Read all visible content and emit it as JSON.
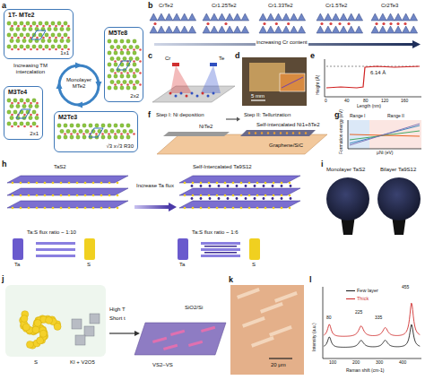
{
  "diagram": {
    "nodes": [
      {
        "text": [
          "1T- MTe2",
          "1x1"
        ]
      },
      {
        "text": [
          "M5Te8",
          "2x2"
        ]
      },
      {
        "text": [
          "M3Te4",
          "2x1"
        ]
      },
      {
        "text": [
          "M2Te3",
          "√3 x√3 R30"
        ]
      }
    ],
    "labels": [
      "a",
      "Increasing TM intercalation",
      "Monolayer MTe2",
      "b",
      "CrTe2",
      "Cr1.25Te2",
      "Cr1.33Te2",
      "Cr1.5Te2",
      "Cr2Te3",
      "increasing Cr content",
      "c",
      "Cr",
      "Te",
      "d",
      "5 mm",
      "e",
      "6.14 Å",
      "Height (Å)",
      "0",
      "40",
      "80",
      "120",
      "160",
      "Length (nm)",
      "f",
      "Step I: Ni deposition",
      "Step II: Tellurization",
      "NiTe2",
      "Self-intercalated Ni1+δTe2",
      "Graphene/SiC",
      "g",
      "Range I",
      "Range II",
      "Formation energy (eV)",
      "μNi (eV)",
      "h",
      "TaS2",
      "Self-Intercalated Ta9S12",
      "Increase Ta flux",
      "Ta:S flux ratio ~ 1:10",
      "Ta",
      "S",
      "Ta:S flux ratio ~ 1:6",
      "Ta",
      "S",
      "i",
      "Monolayer TaS2",
      "Bilayer Ta9S12",
      "j",
      "S",
      "KI + V2O5",
      "High T",
      "Short t",
      "SiO2/Si",
      "VS2–VS",
      "k",
      "20 μm",
      "l",
      "80",
      "225",
      "335",
      "455",
      "Intensity (a.u.)",
      "100",
      "200",
      "300",
      "400",
      "Raman shift (cm-1)"
    ],
    "legend": [
      {
        "text": "Few layer"
      },
      {
        "text": "Thick"
      }
    ]
  }
}
